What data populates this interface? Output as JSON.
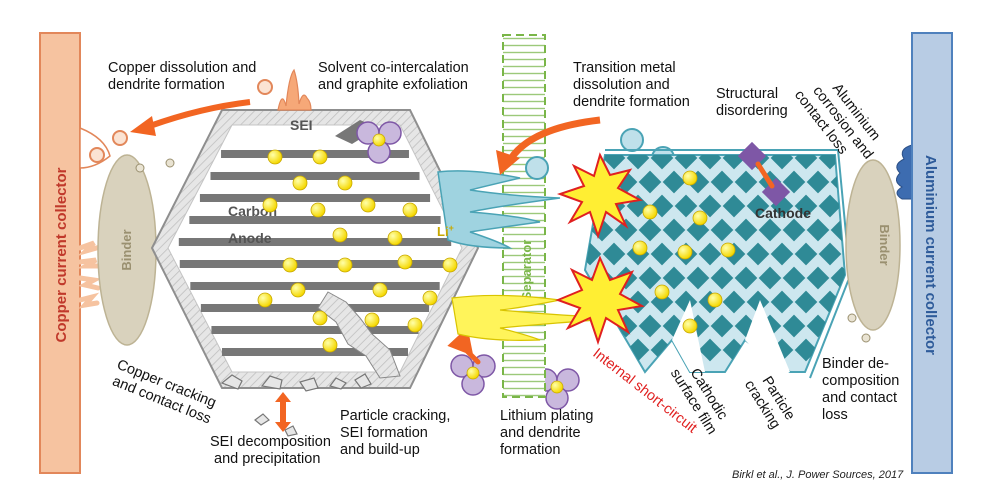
{
  "collectors": {
    "copper": "Copper current collector",
    "aluminium": "Aluminium current collector"
  },
  "components": {
    "binder_left": "Binder",
    "binder_right": "Binder",
    "sei": "SEI",
    "anode_line1": "Carbon",
    "anode_line2": "Anode",
    "cathode": "Cathode",
    "separator": "Separator",
    "li_ion": "Li",
    "li_charge": "+"
  },
  "mechanisms": {
    "copper_dissolution": [
      "Copper dissolution and",
      "dendrite formation"
    ],
    "solvent_cointercalation": [
      "Solvent co-intercalation",
      "and graphite exfoliation"
    ],
    "transition_metal": [
      "Transition metal",
      "dissolution and",
      "dendrite formation"
    ],
    "structural_disordering": [
      "Structural",
      "disordering"
    ],
    "aluminium_corrosion": [
      "Aluminium",
      "corrosion and",
      "contact loss"
    ],
    "copper_cracking": [
      "Copper cracking",
      "and contact loss"
    ],
    "sei_decomposition": [
      "SEI decomposition",
      "and precipitation"
    ],
    "particle_cracking_sei": [
      "Particle cracking,",
      "SEI formation",
      "and build-up"
    ],
    "lithium_plating": [
      "Lithium plating",
      "and dendrite",
      "formation"
    ],
    "internal_short": "Internal short-circuit",
    "cathodic_film": [
      "Cathodic",
      "surface film"
    ],
    "particle_cracking_cathode": [
      "Particle",
      "cracking"
    ],
    "binder_decomposition": [
      "Binder de-",
      "composition",
      "and contact",
      "loss"
    ]
  },
  "citation": "Birkl et al., J. Power Sources, 2017",
  "colors": {
    "copper": "#f6c3a0",
    "copper_stroke": "#e2875a",
    "aluminium": "#b8cce4",
    "aluminium_stroke": "#4f81bd",
    "binder": "#d9d2bd",
    "arrow": "#f26522",
    "cathode_fill": "#cde7ef",
    "cathode_diamond": "#2f8a96",
    "cathode_stroke": "#4aa3b5",
    "particle": "#ffee00",
    "separator": "#7ab648",
    "short_circuit": "#e02020",
    "spark": "#ffee33",
    "dendrite": "#9fd3e0",
    "purple": "#7e57a6"
  }
}
